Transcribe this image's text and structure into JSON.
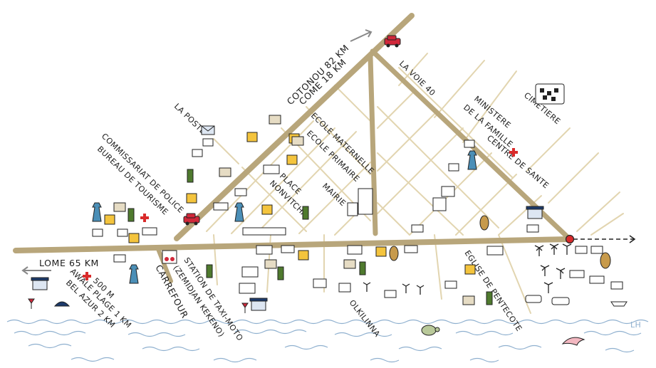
{
  "map": {
    "labels": {
      "cotonou": "COTONOU 82 KM",
      "come": "COME 18 KM",
      "la_voie": "LA VOIE 40",
      "cimetiere": "CIMETIERE",
      "ministere": "MINISTERE",
      "de_la_famille": "DE LA FAMILLE",
      "centre_sante": "CENTRE DE SANTE",
      "la_poste": "LA POSTE",
      "commissariat": "COMMISSARIAT DE POLICE",
      "bureau_tourisme": "BUREAU DE TOURISME",
      "ecole_maternelle": "ECOLE MATERNELLE",
      "ecole_primaire": "ECOLE PRIMAIRE",
      "place": "PLACE",
      "nonvitcha": "NONVITCHA",
      "mairie": "MAIRIE",
      "lome": "LOME 65 KM",
      "awale_plage": "AWALE PLAGE 1 KM",
      "m500": "500 M",
      "bel_azur": "BEL AZUR 2 KM",
      "carrefour": "CARREFOUR",
      "station_taxi": "STATION DE TAXI-MOTO",
      "zemidjan": "(ZEMIDJAN KEKENO)",
      "olkilinna": "OLKILINNA",
      "eglise": "EGLISE DE PENTECOTE",
      "signature": "LH"
    },
    "colors": {
      "road": "#b8a67b",
      "street": "#e2d5b0",
      "sea": "#8fb0cf",
      "red_marker": "#d92b2b",
      "yellow_box": "#f4c43d",
      "car": "#d1283a",
      "bottle": "#4f7a2e"
    },
    "icons": [
      "car-icon",
      "mail-icon",
      "box-icon",
      "pot-icon",
      "bottle-icon",
      "dress-icon",
      "cross-icon",
      "hotel-icon",
      "palm-icon",
      "turtle-icon",
      "dolphin-icon",
      "mask-icon",
      "cattle-icon",
      "church-icon",
      "location-marker-icon"
    ]
  }
}
